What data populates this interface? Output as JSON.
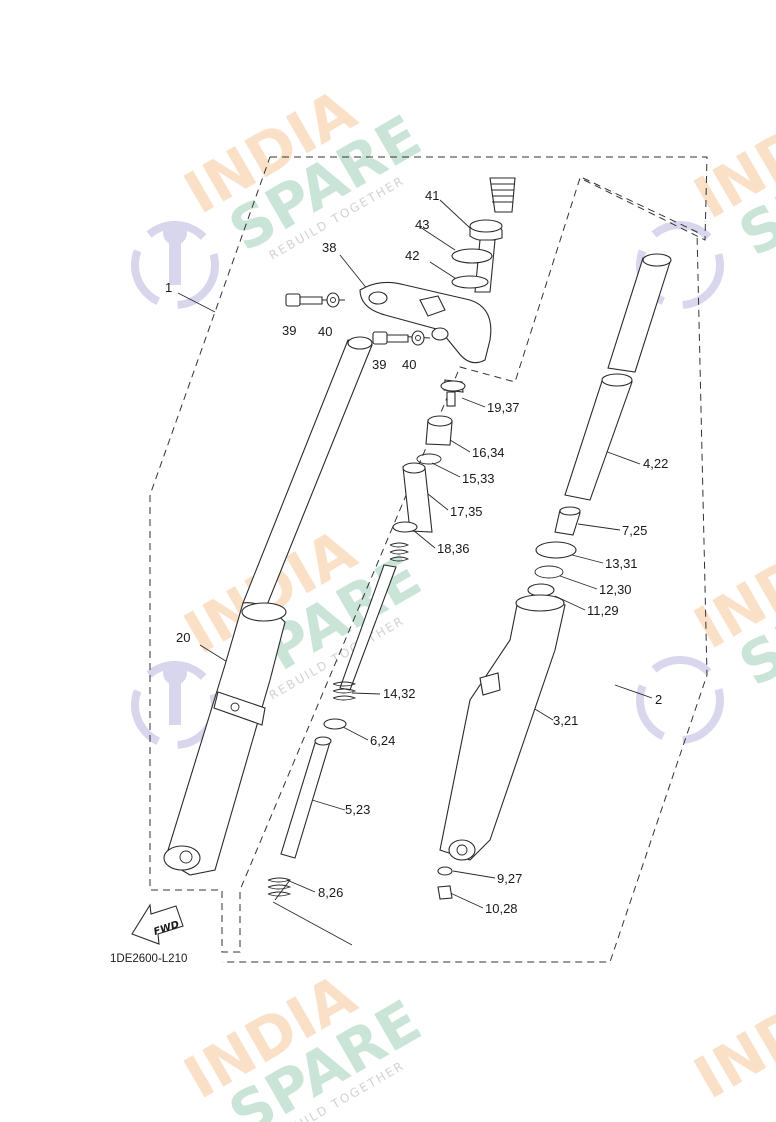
{
  "watermark": {
    "line1": "INDIA",
    "line2": "SPARE",
    "tagline": "REBUILD TOGETHER",
    "colors": {
      "orange": "#f6c79a",
      "green": "#9fd1b8",
      "purple": "#b9b6e0"
    },
    "icon": "wrench-gear-logo-icon"
  },
  "diagram": {
    "code": "1DE2600-L210",
    "fwd_label": "FWD",
    "fwd_icon": "forward-arrow-icon",
    "callouts": [
      "1",
      "2",
      "3,21",
      "4,22",
      "5,23",
      "6,24",
      "7,25",
      "8,26",
      "9,27",
      "10,28",
      "11,29",
      "12,30",
      "13,31",
      "14,32",
      "15,33",
      "16,34",
      "17,35",
      "18,36",
      "19,37",
      "20",
      "38",
      "39",
      "39",
      "40",
      "40",
      "41",
      "42",
      "43"
    ]
  }
}
